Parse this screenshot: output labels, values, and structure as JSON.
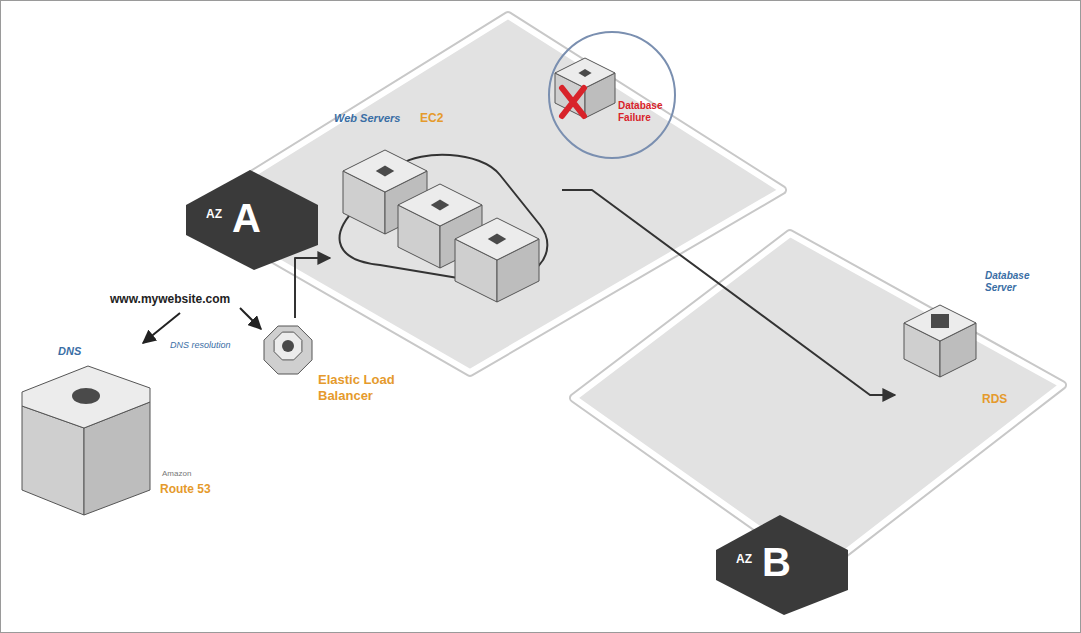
{
  "diagram": {
    "nodes": [
      {
        "text": [
          "AZ",
          "A"
        ]
      },
      {
        "text": [
          "Web Servers",
          "EC2"
        ],
        "in": 0
      },
      {
        "text": [
          "Database Failure"
        ],
        "in": 0
      },
      {
        "text": [
          "AZ",
          "B"
        ]
      },
      {
        "text": [
          "Database Server",
          "RDS"
        ],
        "in": 3
      },
      {
        "text": [
          "Elastic Load Balancer"
        ]
      },
      {
        "text": [
          "DNS",
          "Route 53"
        ]
      }
    ],
    "edges": [
      {
        "from": 5,
        "to": 1,
        "arrow": "to"
      },
      {
        "from": 1,
        "to": 4,
        "arrow": "to"
      }
    ],
    "labels": [
      "www.mywebsite.com",
      "DNS resolution",
      "Amazon"
    ]
  }
}
